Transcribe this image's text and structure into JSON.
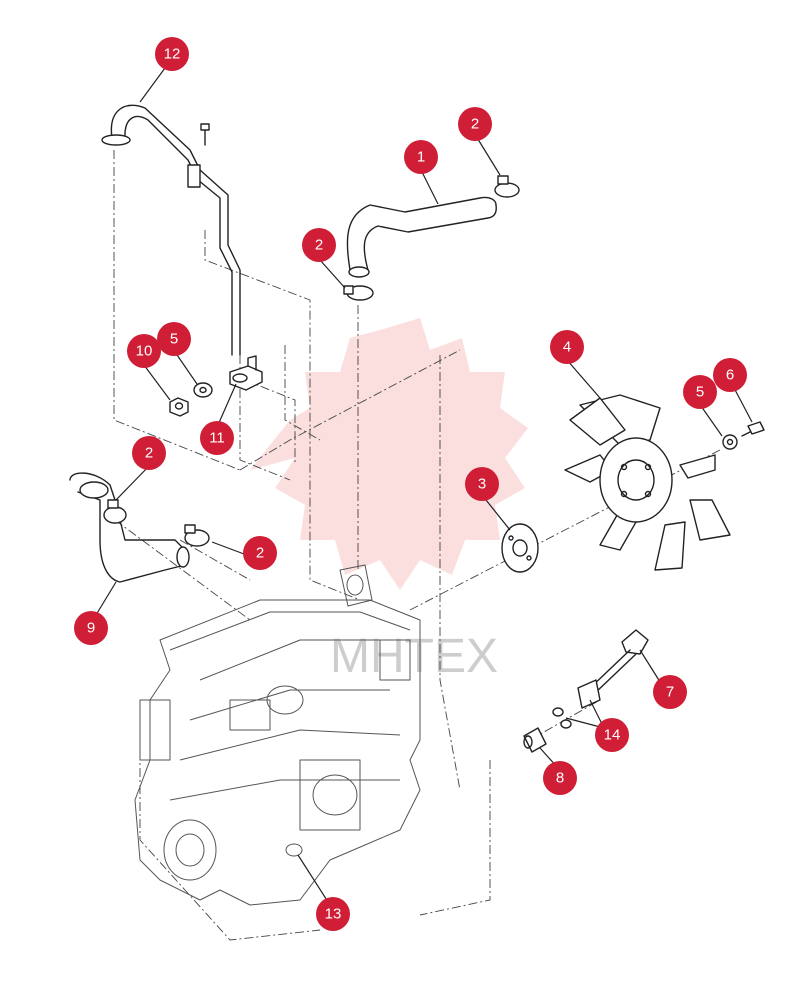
{
  "watermark": {
    "text": "MHTEX",
    "color": "#f4a3a3"
  },
  "callout_color": "#cf1e35",
  "callouts": [
    {
      "id": "c12",
      "label": "12"
    },
    {
      "id": "c2a",
      "label": "2"
    },
    {
      "id": "c1",
      "label": "1"
    },
    {
      "id": "c2b",
      "label": "2"
    },
    {
      "id": "c10",
      "label": "10"
    },
    {
      "id": "c5a",
      "label": "5"
    },
    {
      "id": "c11",
      "label": "11"
    },
    {
      "id": "c4",
      "label": "4"
    },
    {
      "id": "c5b",
      "label": "5"
    },
    {
      "id": "c6",
      "label": "6"
    },
    {
      "id": "c2c",
      "label": "2"
    },
    {
      "id": "c3",
      "label": "3"
    },
    {
      "id": "c2d",
      "label": "2"
    },
    {
      "id": "c9",
      "label": "9"
    },
    {
      "id": "c7",
      "label": "7"
    },
    {
      "id": "c14",
      "label": "14"
    },
    {
      "id": "c8",
      "label": "8"
    },
    {
      "id": "c13",
      "label": "13"
    }
  ]
}
